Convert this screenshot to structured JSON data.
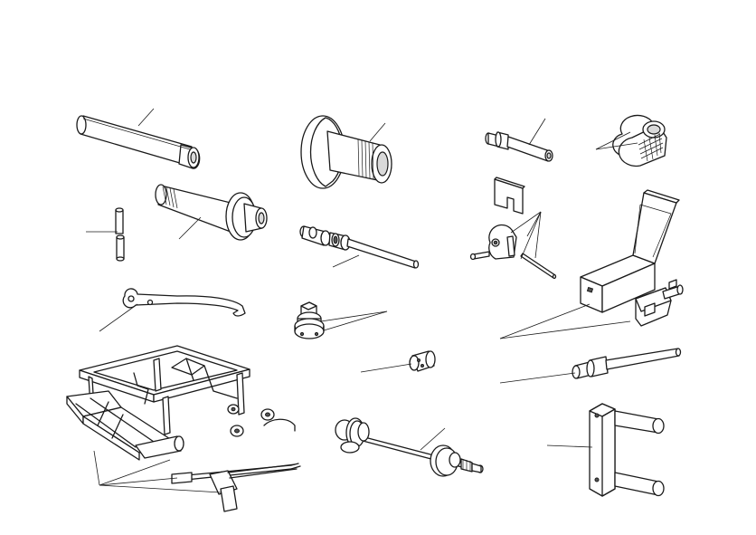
{
  "figure": {
    "background": "#ffffff",
    "line_color": "#1a1a1a",
    "tools": [
      "long-pin-tool",
      "flanged-bushing-tool",
      "stepped-pin-tool",
      "split-knurled-collar",
      "small-split-pin",
      "sleeve-drift-tool",
      "threaded-rod-adapter",
      "plate-and-bracket-set",
      "tool-case-with-fixture",
      "hook-spanner",
      "stepped-adapter",
      "cylindrical-bush",
      "screw-jack-lifting-cradle",
      "long-bar-tool",
      "puller-shaft-with-discs",
      "u-frame-fixture"
    ]
  }
}
